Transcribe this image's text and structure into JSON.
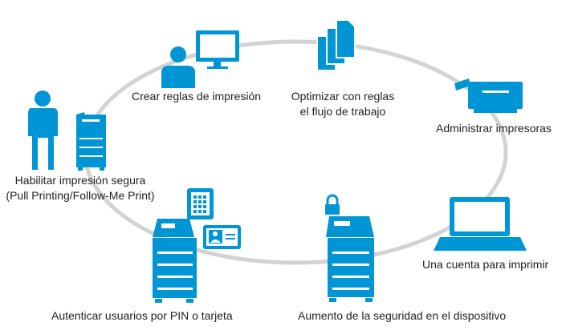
{
  "colors": {
    "icon_blue": "#0096D6",
    "ring_gray": "#D3D3D3",
    "text": "#222222"
  },
  "steps": [
    {
      "id": "create-rules",
      "label": "Crear reglas de impresión",
      "icon": "user-at-computer-icon"
    },
    {
      "id": "optimize",
      "label_line1": "Optimizar con reglas",
      "label_line2": "el flujo de trabajo",
      "icon": "documents-stack-icon"
    },
    {
      "id": "manage",
      "label": "Administrar impresoras",
      "icon": "printer-icon"
    },
    {
      "id": "account",
      "label": "Una cuenta para imprimir",
      "icon": "laptop-icon"
    },
    {
      "id": "security",
      "label": "Aumento de la seguridad en el dispositivo",
      "icon": "locked-printer-icon"
    },
    {
      "id": "authenticate",
      "label": "Autenticar usuarios por PIN o tarjeta",
      "icon": "printer-with-keypad-and-badge-icon"
    },
    {
      "id": "secure-print",
      "label_line1": "Habilitar impresión segura",
      "label_line2": "(Pull Printing/Follow-Me Print)",
      "icon": "person-at-printer-icon"
    }
  ]
}
